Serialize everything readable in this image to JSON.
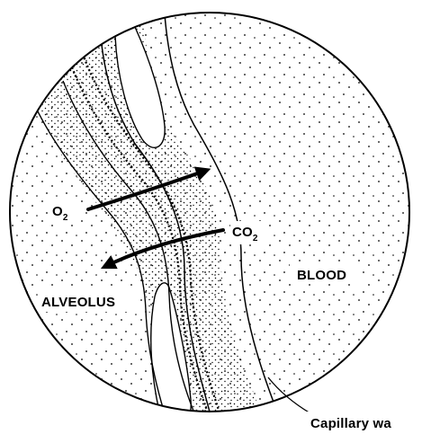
{
  "diagram": {
    "labels": {
      "o2": {
        "main": "O",
        "sub": "2"
      },
      "co2": {
        "main": "CO",
        "sub": "2"
      },
      "blood": "BLOOD",
      "alveolus": "ALVEOLUS",
      "capillary_wall": "Capillary wa"
    }
  }
}
